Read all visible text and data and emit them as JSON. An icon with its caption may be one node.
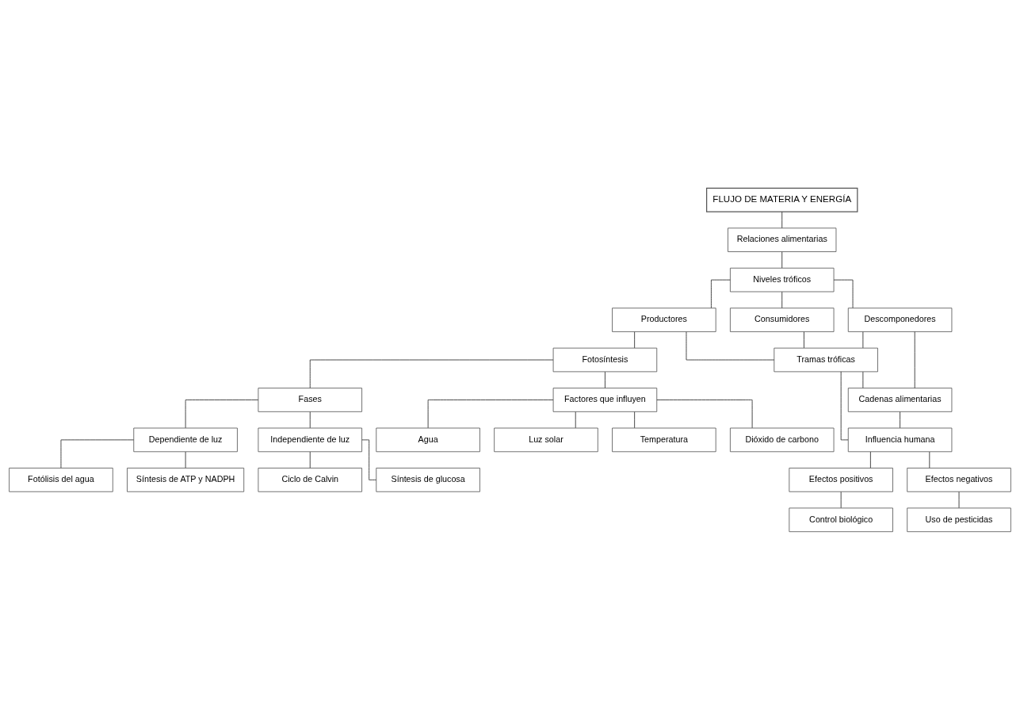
{
  "diagram": {
    "nodes": [
      {
        "text": [
          "FLUJO DE MATERIA Y ENERGÍA"
        ]
      },
      {
        "text": [
          "Relaciones alimentarias"
        ]
      },
      {
        "text": [
          "Niveles tróficos"
        ]
      },
      {
        "text": [
          "Productores"
        ]
      },
      {
        "text": [
          "Consumidores"
        ]
      },
      {
        "text": [
          "Descomponedores"
        ]
      },
      {
        "text": [
          "Fotosíntesis"
        ]
      },
      {
        "text": [
          "Tramas tróficas"
        ]
      },
      {
        "text": [
          "Fases"
        ]
      },
      {
        "text": [
          "Factores que influyen"
        ]
      },
      {
        "text": [
          "Cadenas alimentarias"
        ]
      },
      {
        "text": [
          "Dependiente de luz"
        ]
      },
      {
        "text": [
          "Agua"
        ]
      },
      {
        "text": [
          "Influencia humana"
        ]
      },
      {
        "text": [
          "Fotólisis del agua"
        ]
      },
      {
        "text": [
          "Luz solar"
        ]
      },
      {
        "text": [
          "Efectos positivos"
        ]
      },
      {
        "text": [
          "Síntesis de ATP y NADPH"
        ]
      },
      {
        "text": [
          "Temperatura"
        ]
      },
      {
        "text": [
          "Control biológico"
        ]
      },
      {
        "text": [
          "Independiente de luz"
        ]
      },
      {
        "text": [
          "Efectos negativos"
        ]
      },
      {
        "text": [
          "Dióxido de carbono"
        ]
      },
      {
        "text": [
          "Ciclo de Calvin"
        ]
      },
      {
        "text": [
          "Uso de pesticidas"
        ]
      },
      {
        "text": [
          "Síntesis de glucosa"
        ]
      }
    ],
    "edges": [
      {
        "from": 0,
        "to": 1,
        "arrow": "none"
      },
      {
        "from": 1,
        "to": 2,
        "arrow": "none"
      },
      {
        "from": 2,
        "to": 3,
        "arrow": "none"
      },
      {
        "from": 2,
        "to": 4,
        "arrow": "none"
      },
      {
        "from": 2,
        "to": 5,
        "arrow": "none"
      },
      {
        "from": 3,
        "to": 6,
        "arrow": "none"
      },
      {
        "from": 3,
        "to": 7,
        "arrow": "none"
      },
      {
        "from": 4,
        "to": 7,
        "arrow": "none"
      },
      {
        "from": 5,
        "to": 7,
        "arrow": "none"
      },
      {
        "from": 5,
        "to": 10,
        "arrow": "none"
      },
      {
        "from": 7,
        "to": 10,
        "arrow": "none"
      },
      {
        "from": 6,
        "to": 8,
        "arrow": "none"
      },
      {
        "from": 6,
        "to": 9,
        "arrow": "none"
      },
      {
        "from": 8,
        "to": 11,
        "arrow": "none"
      },
      {
        "from": 8,
        "to": 20,
        "arrow": "none"
      },
      {
        "from": 11,
        "to": 14,
        "arrow": "none"
      },
      {
        "from": 11,
        "to": 17,
        "arrow": "none"
      },
      {
        "from": 9,
        "to": 12,
        "arrow": "none"
      },
      {
        "from": 9,
        "to": 15,
        "arrow": "none"
      },
      {
        "from": 9,
        "to": 18,
        "arrow": "none"
      },
      {
        "from": 9,
        "to": 22,
        "arrow": "none"
      },
      {
        "from": 7,
        "to": 13,
        "arrow": "none"
      },
      {
        "from": 10,
        "to": 13,
        "arrow": "none"
      },
      {
        "from": 13,
        "to": 16,
        "arrow": "none"
      },
      {
        "from": 13,
        "to": 21,
        "arrow": "none"
      },
      {
        "from": 16,
        "to": 19,
        "arrow": "none"
      },
      {
        "from": 21,
        "to": 24,
        "arrow": "none"
      },
      {
        "from": 20,
        "to": 23,
        "arrow": "none"
      },
      {
        "from": 20,
        "to": 25,
        "arrow": "none"
      }
    ]
  }
}
